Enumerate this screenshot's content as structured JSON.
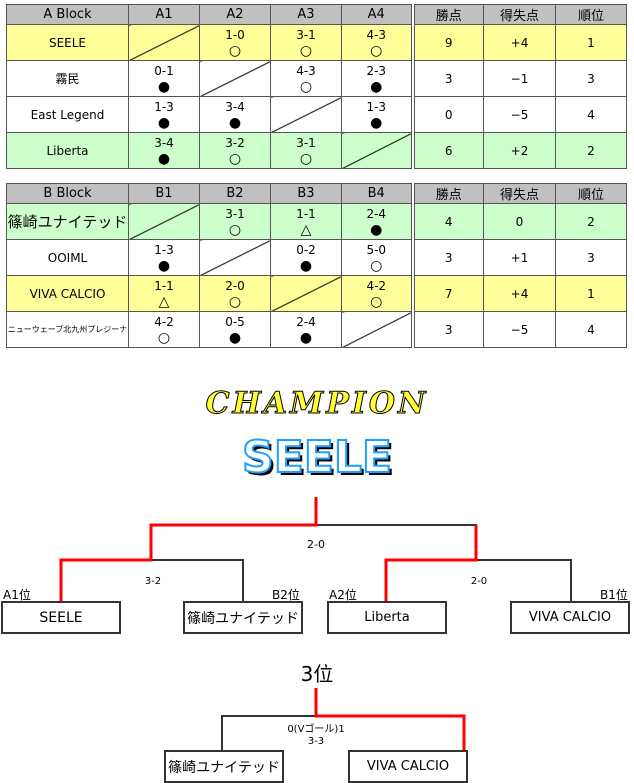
{
  "block_a": {
    "headers": [
      "A Block",
      "A1",
      "A2",
      "A3",
      "A4",
      "勝点",
      "得失点",
      "順位"
    ],
    "rows": [
      {
        "name": "SEELE",
        "results": [
          null,
          {
            "s": "1-0",
            "m": "○"
          },
          {
            "s": "3-1",
            "m": "○"
          },
          {
            "s": "4-3",
            "m": "○"
          }
        ],
        "points": "9",
        "diff": "+4",
        "rank": "1",
        "color": "y"
      },
      {
        "name": "霧民",
        "results": [
          {
            "s": "0-1",
            "m": "●"
          },
          null,
          {
            "s": "4-3",
            "m": "○"
          },
          {
            "s": "2-3",
            "m": "●"
          }
        ],
        "points": "3",
        "diff": "−1",
        "rank": "3",
        "color": "w"
      },
      {
        "name": "East Legend",
        "results": [
          {
            "s": "1-3",
            "m": "●"
          },
          {
            "s": "3-4",
            "m": "●"
          },
          null,
          {
            "s": "1-3",
            "m": "●"
          }
        ],
        "points": "0",
        "diff": "−5",
        "rank": "4",
        "color": "w"
      },
      {
        "name": "Liberta",
        "results": [
          {
            "s": "3-4",
            "m": "●"
          },
          {
            "s": "3-2",
            "m": "○"
          },
          {
            "s": "3-1",
            "m": "○"
          },
          null
        ],
        "points": "6",
        "diff": "+2",
        "rank": "2",
        "color": "g"
      }
    ]
  },
  "block_b": {
    "headers": [
      "B Block",
      "B1",
      "B2",
      "B3",
      "B4",
      "勝点",
      "得失点",
      "順位"
    ],
    "rows": [
      {
        "name": "篠崎ユナイテッド",
        "results": [
          null,
          {
            "s": "3-1",
            "m": "○"
          },
          {
            "s": "1-1",
            "m": "△"
          },
          {
            "s": "2-4",
            "m": "●"
          }
        ],
        "points": "4",
        "diff": "0",
        "rank": "2",
        "color": "g",
        "size": "big"
      },
      {
        "name": "OOIML",
        "results": [
          {
            "s": "1-3",
            "m": "●"
          },
          null,
          {
            "s": "0-2",
            "m": "●"
          },
          {
            "s": "5-0",
            "m": "○"
          }
        ],
        "points": "3",
        "diff": "+1",
        "rank": "3",
        "color": "w"
      },
      {
        "name": "VIVA CALCIO",
        "results": [
          {
            "s": "1-1",
            "m": "△"
          },
          {
            "s": "2-0",
            "m": "○"
          },
          null,
          {
            "s": "4-2",
            "m": "○"
          }
        ],
        "points": "7",
        "diff": "+4",
        "rank": "1",
        "color": "y"
      },
      {
        "name": "ニューウェーブ北九州プレジーナ",
        "results": [
          {
            "s": "4-2",
            "m": "○"
          },
          {
            "s": "0-5",
            "m": "●"
          },
          {
            "s": "2-4",
            "m": "●"
          },
          null
        ],
        "points": "3",
        "diff": "−5",
        "rank": "4",
        "color": "w",
        "size": "tiny"
      }
    ]
  },
  "champion": {
    "title": "CHAMPION",
    "team": "SEELE"
  },
  "bracket": {
    "final_score": "2-0",
    "semi1_score": "3-2",
    "semi2_score": "2-0",
    "seeds": [
      "A1位",
      "B2位",
      "A2位",
      "B1位"
    ],
    "teams": [
      "SEELE",
      "篠崎ユナイテッド",
      "Liberta",
      "VIVA CALCIO"
    ],
    "third_title": "3位",
    "third_score1": "0(Vゴール)1",
    "third_score2": "3-3",
    "third_teams": [
      "篠崎ユナイテッド",
      "VIVA CALCIO"
    ],
    "win_color": "#ff0000"
  }
}
